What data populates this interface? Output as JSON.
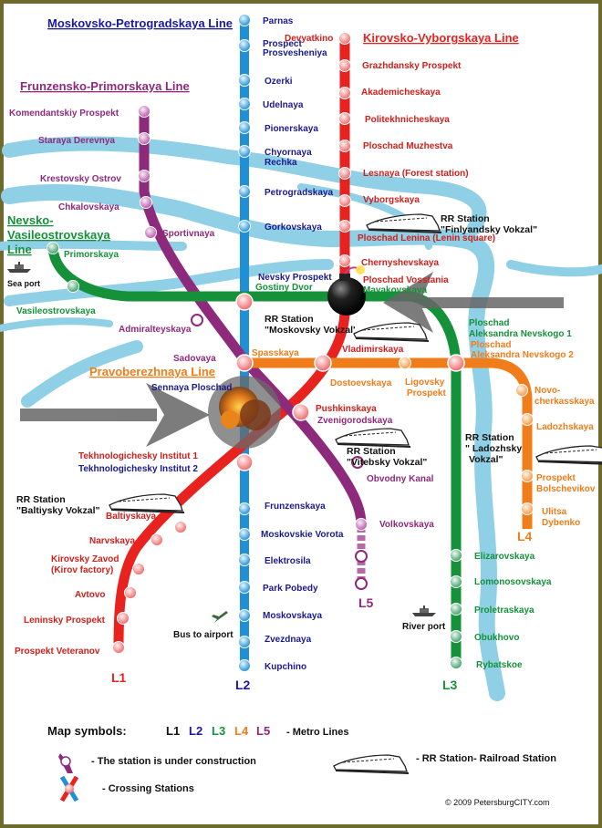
{
  "colors": {
    "L1": "#e8231f",
    "L2": "#1f8fd6",
    "L3": "#15913a",
    "L4": "#f07d1a",
    "L5": "#8e2a7c",
    "river": "#8fd0e6",
    "frame": "#6e6a2c",
    "title_L2": "#1a1aa0",
    "label_L2": "#1a1a8c"
  },
  "line_titles": {
    "L2": "Moskovsko-Petrogradskaya Line",
    "L1": "Kirovsko-Vyborgskaya Line",
    "L5": "Frunzensko-Primorskaya Line",
    "L3": [
      "Nevsko-",
      "Vasileostrovskaya",
      "Line"
    ],
    "L4": "Pravoberezhnaya Line"
  },
  "line_codes": {
    "L1": "L1",
    "L2": "L2",
    "L3": "L3",
    "L4": "L4",
    "L5": "L5"
  },
  "stations": {
    "L2": [
      "Parnas",
      "Prospect",
      "Prosvesheniya",
      "Ozerki",
      "Udelnaya",
      "Pionerskaya",
      "Chyornaya",
      "Rechka",
      "Petrogradskaya",
      "Gorkovskaya",
      "Nevsky Prospekt",
      "Sennaya Ploschad",
      "Tekhnologichesky Institut 2",
      "Frunzenskaya",
      "Moskovskie Vorota",
      "Elektrosila",
      "Park Pobedy",
      "Moskovskaya",
      "Zvezdnaya",
      "Kupchino"
    ],
    "L1": [
      "Devyatkino",
      "Grazhdansky Prospekt",
      "Akademicheskaya",
      "Politekhnicheskaya",
      "Ploschad Muzhestva",
      "Lesnaya (Forest station)",
      "Vyborgskaya",
      "Ploschad Lenina (Lenin square)",
      "Chernyshevskaya",
      "Ploschad Vosstania",
      "Vladimirskaya",
      "Pushkinskaya",
      "Tekhnologichesky Institut 1",
      "Baltiyskaya",
      "Narvskaya",
      "Kirovsky Zavod",
      "(Kirov factory)",
      "Avtovo",
      "Leninsky Prospekt",
      "Prospekt Veteranov"
    ],
    "L5": [
      "Komendantskiy Prospekt",
      "Staraya Derevnya",
      "Krestovsky Ostrov",
      "Chkalovskaya",
      "Sportivnaya",
      "Admiralteyskaya",
      "Sadovaya",
      "Zvenigorodskaya",
      "Obvodny Kanal",
      "Volkovskaya"
    ],
    "L3": [
      "Primorskaya",
      "Vasileostrovskaya",
      "Gostiny Dvor",
      "Mayakovskaya",
      "Ploschad",
      "Aleksandra Nevskogo 1",
      "Elizarovskaya",
      "Lomonosovskaya",
      "Proletraskaya",
      "Obukhovo",
      "Rybatskoe"
    ],
    "L4": [
      "Spasskaya",
      "Dostoevskaya",
      "Ligovsky",
      "Prospekt",
      "Ploschad",
      "Aleksandra  Nevskogo 2",
      "Novo-",
      "cherkasskaya",
      "Ladozhskaya",
      "Prospekt",
      "Bolschevikov",
      "Ulitsa",
      "Dybenko"
    ]
  },
  "rr_stations": {
    "finlyandsky": [
      "RR Station",
      "\"Finlyandsky Vokzal\""
    ],
    "moskovsky": [
      "RR Station",
      "\"Moskovsky Vokzal'"
    ],
    "vitebsky": [
      "RR Station",
      "\"Vitebsky Vokzal\""
    ],
    "ladozhsky": [
      "RR Station",
      "\" Ladozhsky",
      "Vokzal\""
    ],
    "baltiysky": [
      "RR Station",
      "\"Baltiysky Vokzal\""
    ]
  },
  "places": {
    "sea_port": "Sea port",
    "river_port": "River port",
    "bus_airport": "Bus to airport"
  },
  "legend": {
    "title": "Map symbols:",
    "metro_lines": "- Metro Lines",
    "under_construction": "- The station is under construction",
    "crossing": "- Crossing Stations",
    "rr": "- RR Station- Railroad Station"
  },
  "copyright": "© 2009 PetersburgCITY.com"
}
